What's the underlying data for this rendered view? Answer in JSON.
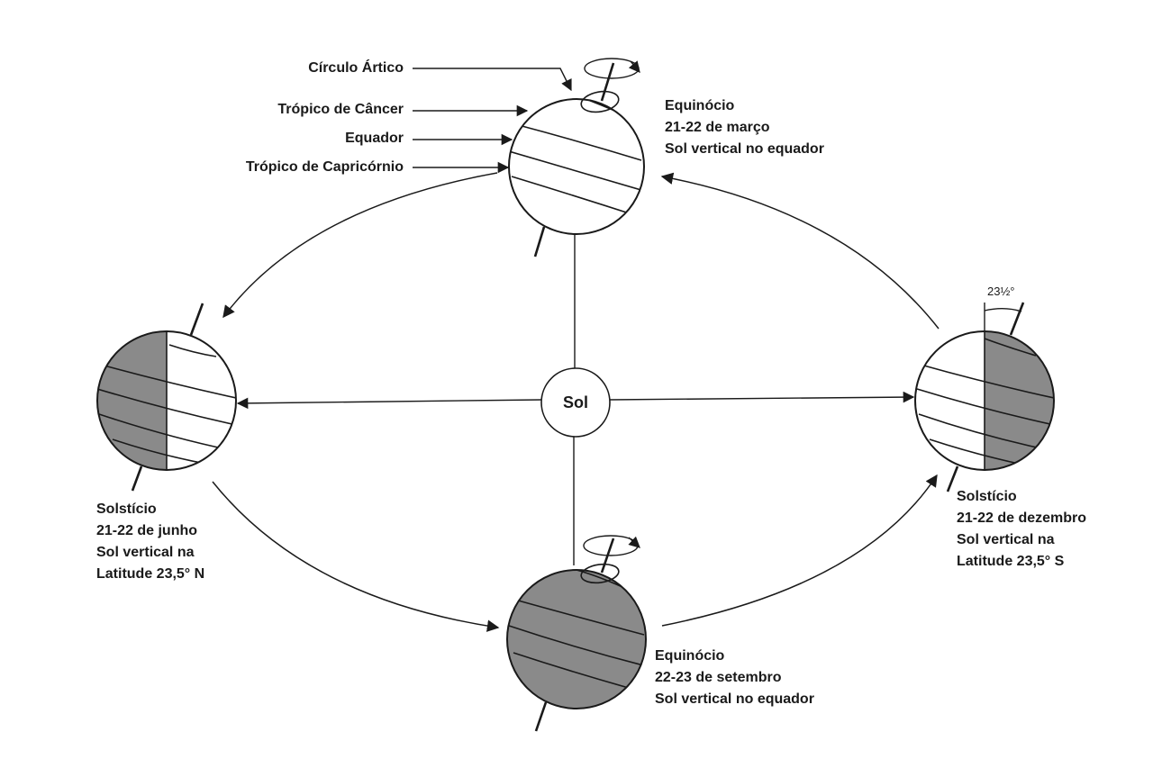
{
  "sun": {
    "label": "Sol"
  },
  "latitude_labels": {
    "arctic": "Círculo Ártico",
    "cancer": "Trópico de Câncer",
    "equator": "Equador",
    "capricorn": "Trópico de Capricórnio"
  },
  "tilt_angle": "23½°",
  "seasons": {
    "march": {
      "lines": [
        "Equinócio",
        "21-22 de março",
        "Sol vertical no equador"
      ]
    },
    "june": {
      "lines": [
        "Solstício",
        "21-22 de junho",
        "Sol vertical na",
        "Latitude 23,5° N"
      ]
    },
    "september": {
      "lines": [
        "Equinócio",
        "22-23 de setembro",
        "Sol vertical no equador"
      ]
    },
    "december": {
      "lines": [
        "Solstício",
        "21-22 de dezembro",
        "Sol vertical na",
        "Latitude 23,5° S"
      ]
    }
  },
  "colors": {
    "shadow": "#8a8a8a",
    "line": "#1a1a1a",
    "background": "#ffffff"
  }
}
